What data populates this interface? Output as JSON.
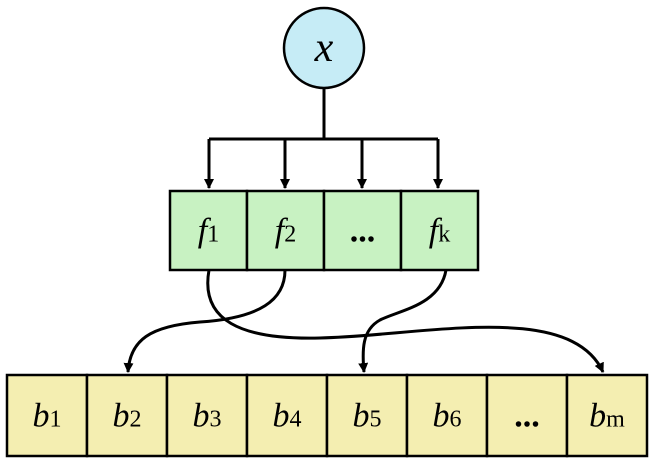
{
  "input_node": {
    "var": "x"
  },
  "hash_functions": [
    {
      "letter": "f",
      "sub": "1"
    },
    {
      "letter": "f",
      "sub": "2"
    },
    {
      "letter": "",
      "sub": "",
      "ellipsis": "..."
    },
    {
      "letter": "f",
      "sub": "k"
    }
  ],
  "bit_array": [
    {
      "letter": "b",
      "sub": "1"
    },
    {
      "letter": "b",
      "sub": "2"
    },
    {
      "letter": "b",
      "sub": "3"
    },
    {
      "letter": "b",
      "sub": "4"
    },
    {
      "letter": "b",
      "sub": "5"
    },
    {
      "letter": "b",
      "sub": "6"
    },
    {
      "letter": "",
      "sub": "",
      "ellipsis": "..."
    },
    {
      "letter": "b",
      "sub": "m"
    }
  ],
  "colors": {
    "node_fill": "#c6ecf6",
    "hash_fill": "#c8f2c2",
    "bit_fill": "#f4eeb1",
    "stroke": "#000000"
  }
}
